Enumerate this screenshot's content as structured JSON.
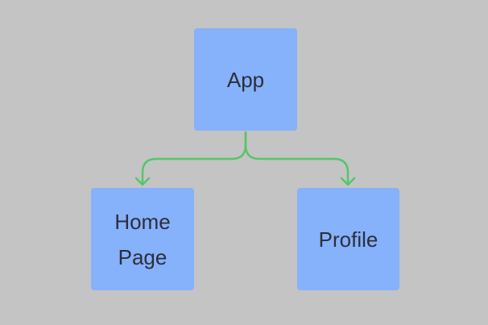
{
  "colors": {
    "background": "#c4c4c4",
    "node_fill": "#86b1fb",
    "connector": "#55c66a",
    "text": "#2b2f3a"
  },
  "nodes": {
    "app": {
      "label": "App"
    },
    "home": {
      "label_line1": "Home",
      "label_line2": "Page"
    },
    "profile": {
      "label": "Profile"
    }
  },
  "edges": [
    {
      "from": "App",
      "to": "Home Page"
    },
    {
      "from": "App",
      "to": "Profile"
    }
  ]
}
